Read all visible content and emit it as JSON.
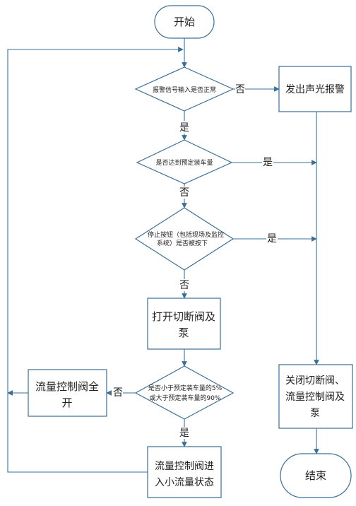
{
  "nodes": {
    "start": "开始",
    "alarm_check": "报警信号输入是否正常",
    "alarm": "发出声光报警",
    "target_check": "是否达到预定装车量",
    "stop_check_line1": "停止按钮（包括现场及监控",
    "stop_check_line2": "系统）是否被按下",
    "open_valve_line1": "打开切断阀及",
    "open_valve_line2": "泵",
    "flow_check_line1": "是否小于预定装车量的5%",
    "flow_check_line2": "或大于预定装车量的90%",
    "full_open_line1": "流量控制阀全",
    "full_open_line2": "开",
    "small_flow_line1": "流量控制阀进",
    "small_flow_line2": "入小流量状态",
    "close_line1": "关闭切断阀、",
    "close_line2": "流量控制阀及",
    "close_line3": "泵",
    "end": "结束"
  },
  "edge_labels": {
    "alarm_no": "否",
    "alarm_yes": "是",
    "target_yes": "是",
    "target_no": "否",
    "stop_yes": "是",
    "stop_no": "否",
    "flow_no": "否",
    "flow_yes": "是"
  },
  "colors": {
    "stroke": "#3b6f96",
    "text": "#222222",
    "background": "#ffffff"
  }
}
